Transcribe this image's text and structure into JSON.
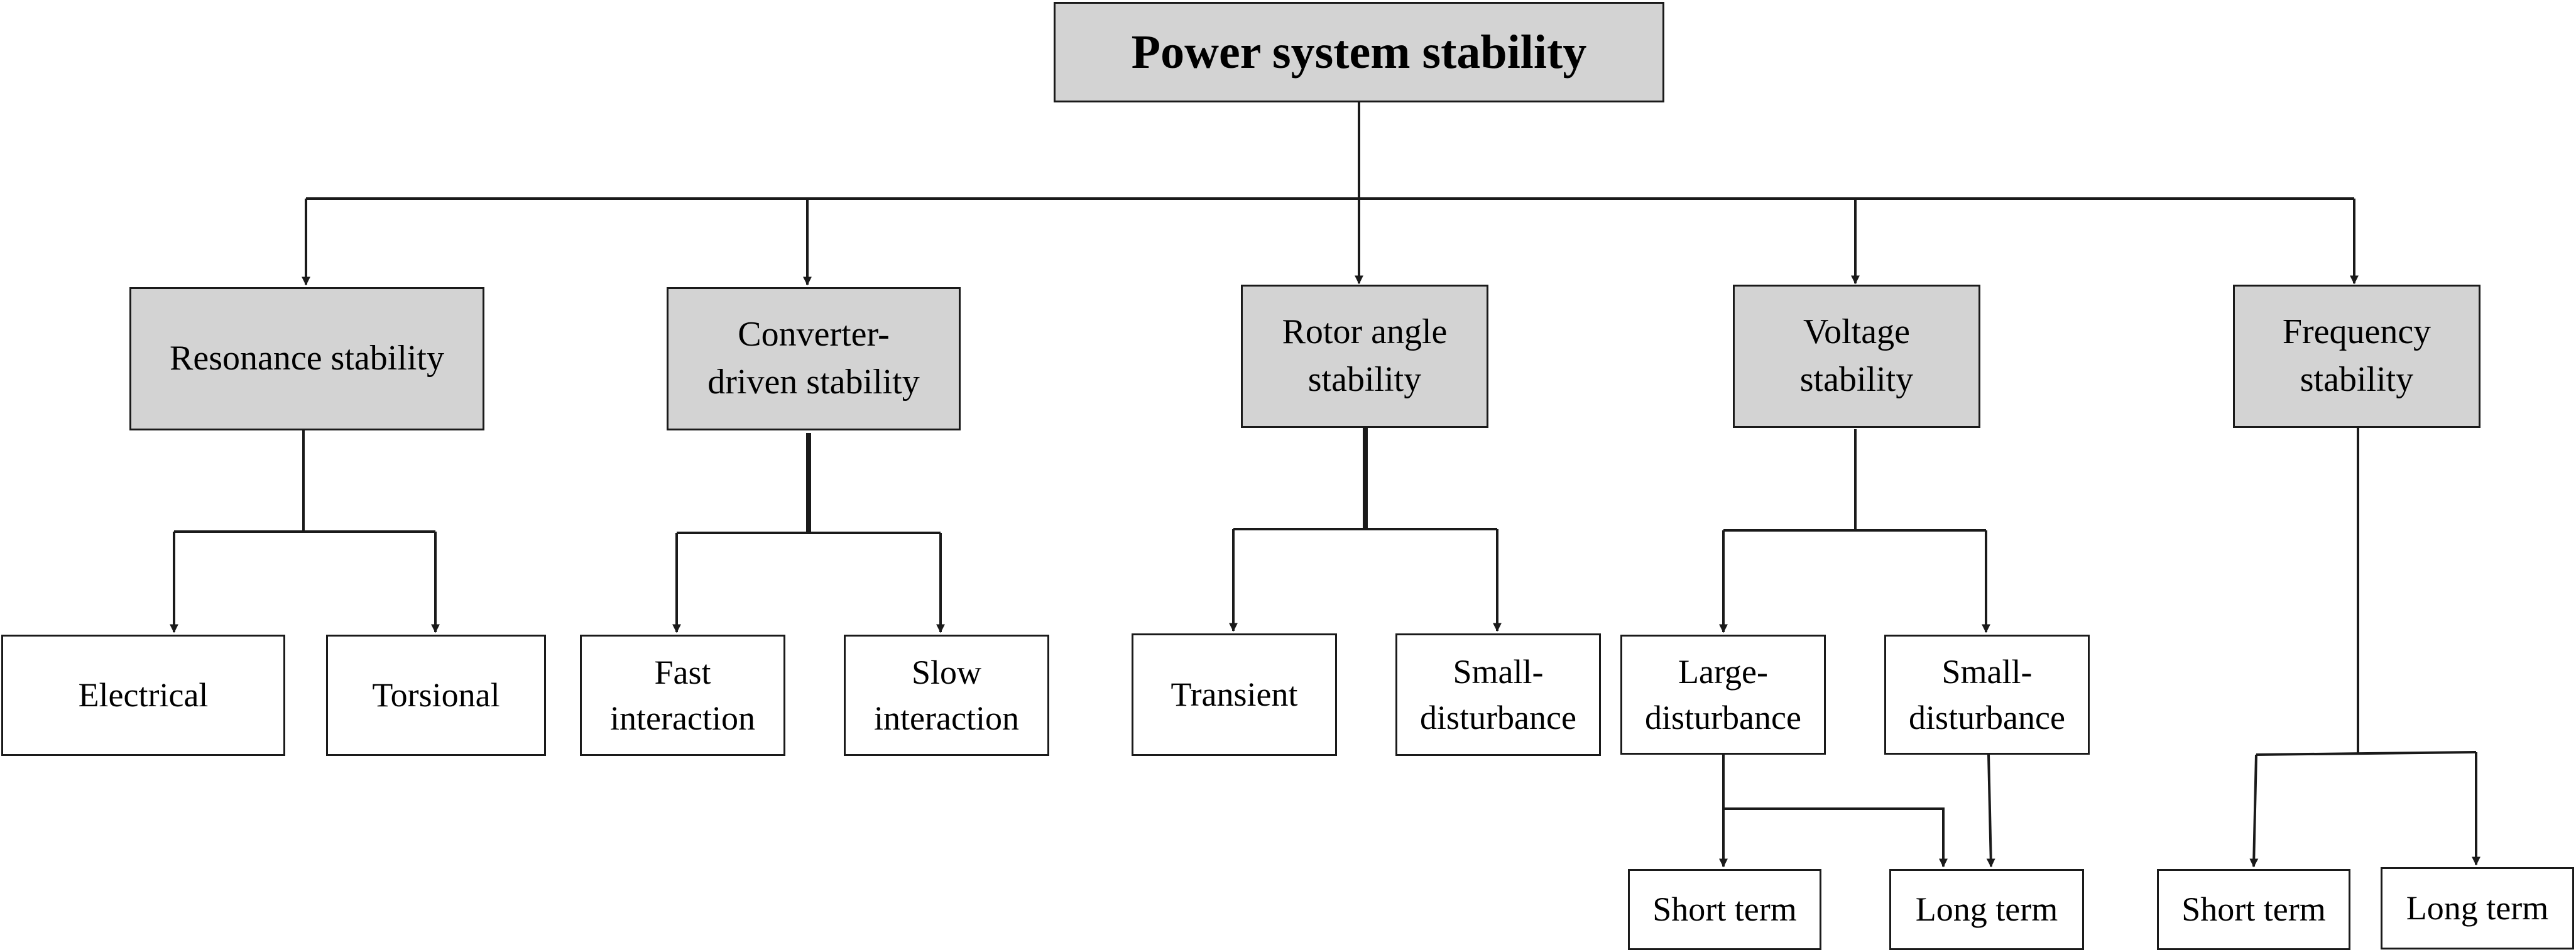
{
  "diagram": {
    "root": {
      "label": "Power system stability"
    },
    "categories": [
      {
        "id": "resonance",
        "label": "Resonance stability",
        "children": [
          {
            "label": "Electrical"
          },
          {
            "label": "Torsional"
          }
        ]
      },
      {
        "id": "converter",
        "label": "Converter-\ndriven stability",
        "children": [
          {
            "label": "Fast\ninteraction"
          },
          {
            "label": "Slow\ninteraction"
          }
        ]
      },
      {
        "id": "rotor",
        "label": "Rotor angle\nstability",
        "children": [
          {
            "label": "Transient"
          },
          {
            "label": "Small-\ndisturbance"
          }
        ]
      },
      {
        "id": "voltage",
        "label": "Voltage\nstability",
        "children": [
          {
            "label": "Large-\ndisturbance"
          },
          {
            "label": "Small-\ndisturbance"
          }
        ],
        "subchildren": [
          {
            "label": "Short term"
          },
          {
            "label": "Long term"
          }
        ]
      },
      {
        "id": "frequency",
        "label": "Frequency\nstability",
        "children": [
          {
            "label": "Short term"
          },
          {
            "label": "Long term"
          }
        ]
      }
    ]
  }
}
